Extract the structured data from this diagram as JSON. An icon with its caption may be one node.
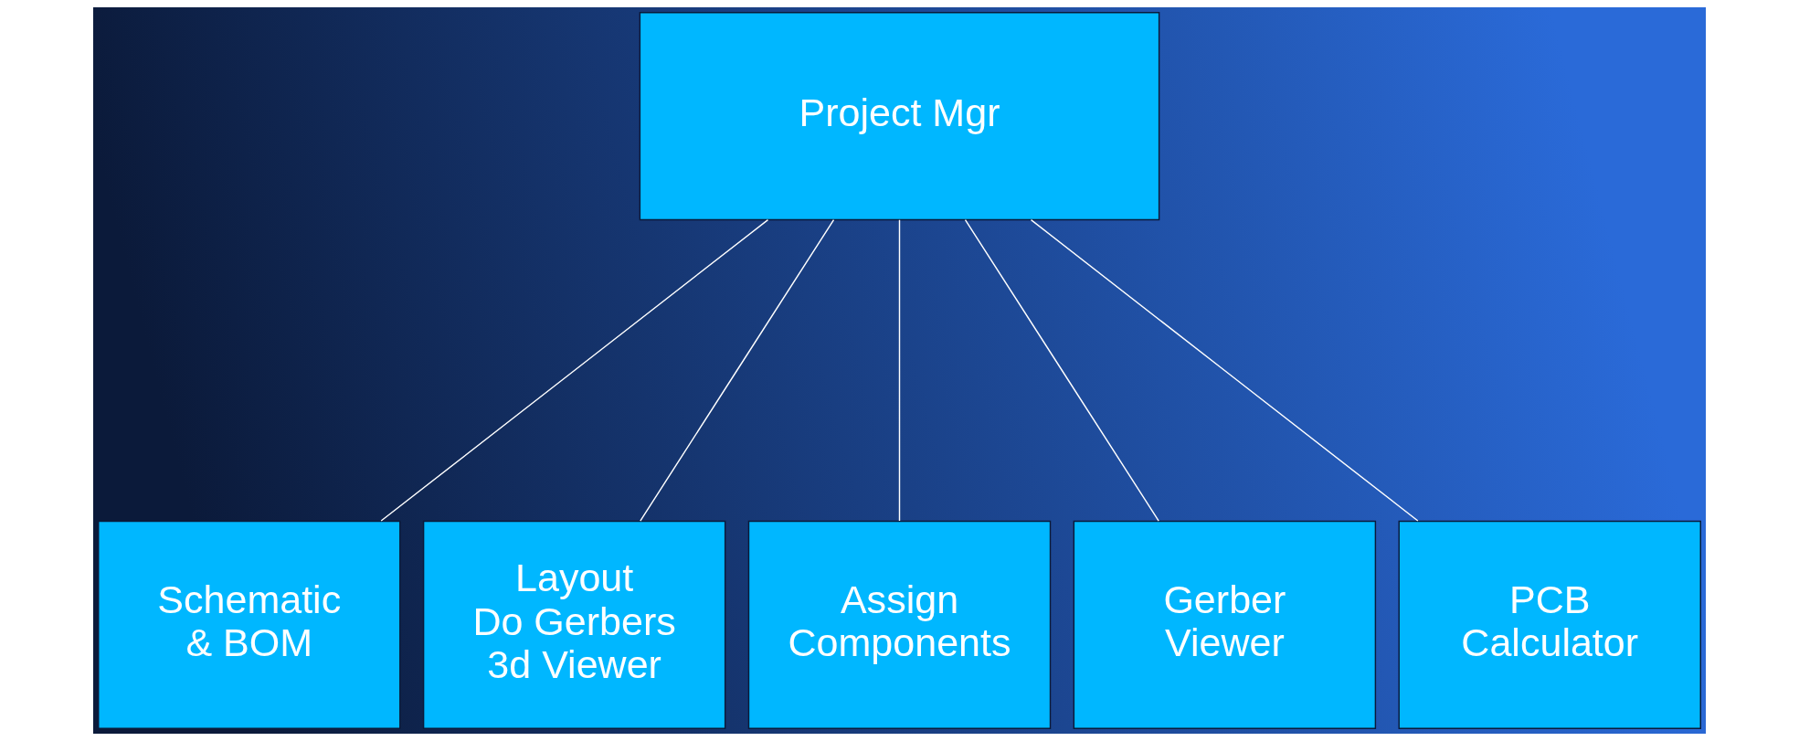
{
  "diagram": {
    "nodes": [
      {
        "text": [
          "Project Mgr"
        ]
      },
      {
        "text": [
          "Schematic & BOM"
        ]
      },
      {
        "text": [
          "Layout",
          "Do Gerbers",
          "3d Viewer"
        ]
      },
      {
        "text": [
          "Assign Components"
        ]
      },
      {
        "text": [
          "Gerber Viewer"
        ]
      },
      {
        "text": [
          "PCB Calculator"
        ]
      }
    ],
    "edges": [
      {
        "from": 0,
        "to": 1,
        "arrow": "none"
      },
      {
        "from": 0,
        "to": 2,
        "arrow": "none"
      },
      {
        "from": 0,
        "to": 3,
        "arrow": "none"
      },
      {
        "from": 0,
        "to": 4,
        "arrow": "none"
      },
      {
        "from": 0,
        "to": 5,
        "arrow": "none"
      }
    ]
  }
}
